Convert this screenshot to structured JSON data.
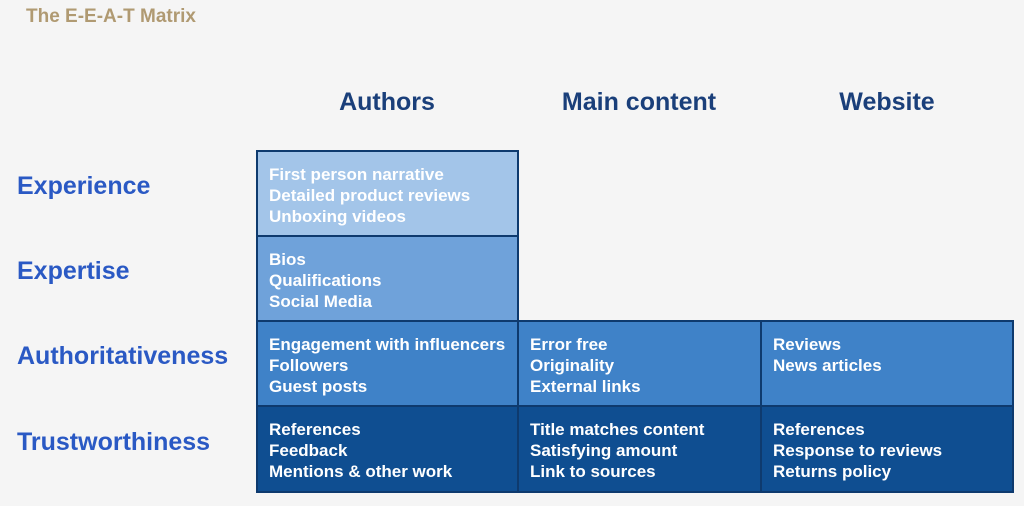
{
  "title": "The E-E-A-T Matrix",
  "columns": [
    "Authors",
    "Main content",
    "Website"
  ],
  "rows": [
    "Experience",
    "Expertise",
    "Authoritativeness",
    "Trustworthiness"
  ],
  "cells": {
    "experience_authors": [
      "First person narrative",
      "Detailed product reviews",
      "Unboxing videos"
    ],
    "expertise_authors": [
      "Bios",
      "Qualifications",
      "Social Media"
    ],
    "authoritativeness_authors": [
      "Engagement with influencers",
      "Followers",
      "Guest posts"
    ],
    "authoritativeness_main": [
      "Error free",
      "Originality",
      "External links"
    ],
    "authoritativeness_website": [
      "Reviews",
      "News articles"
    ],
    "trustworthiness_authors": [
      "References",
      "Feedback",
      "Mentions & other work"
    ],
    "trustworthiness_main": [
      "Title matches content",
      "Satisfying amount",
      "Link to sources"
    ],
    "trustworthiness_website": [
      "References",
      "Response to reviews",
      "Returns policy"
    ]
  },
  "colors": {
    "experience": "#a3c5e9",
    "expertise": "#6fa2da",
    "authoritativeness": "#3f82c8",
    "trustworthiness": "#0f4e91"
  }
}
